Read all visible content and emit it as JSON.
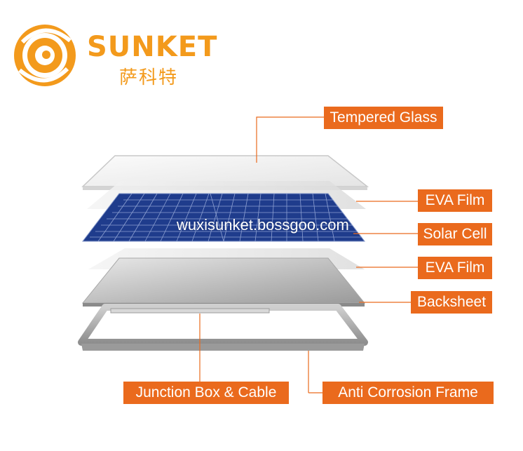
{
  "brand": {
    "name": "SUNKET",
    "chinese_name": "萨科特",
    "logo_icon": "sun-swirl-icon",
    "color": "#f39a1c"
  },
  "labels": {
    "tempered_glass": "Tempered Glass",
    "eva_film_top": "EVA Film",
    "solar_cell": "Solar Cell",
    "eva_film_bottom": "EVA Film",
    "backsheet": "Backsheet",
    "junction_box": "Junction Box & Cable",
    "frame": "Anti Corrosion Frame"
  },
  "watermark": "wuxisunket.bossgoo.com",
  "colors": {
    "label_bg": "#ea6a1d",
    "leader_line": "#ea6a1d",
    "cell_blue": "#1f3c8c"
  }
}
